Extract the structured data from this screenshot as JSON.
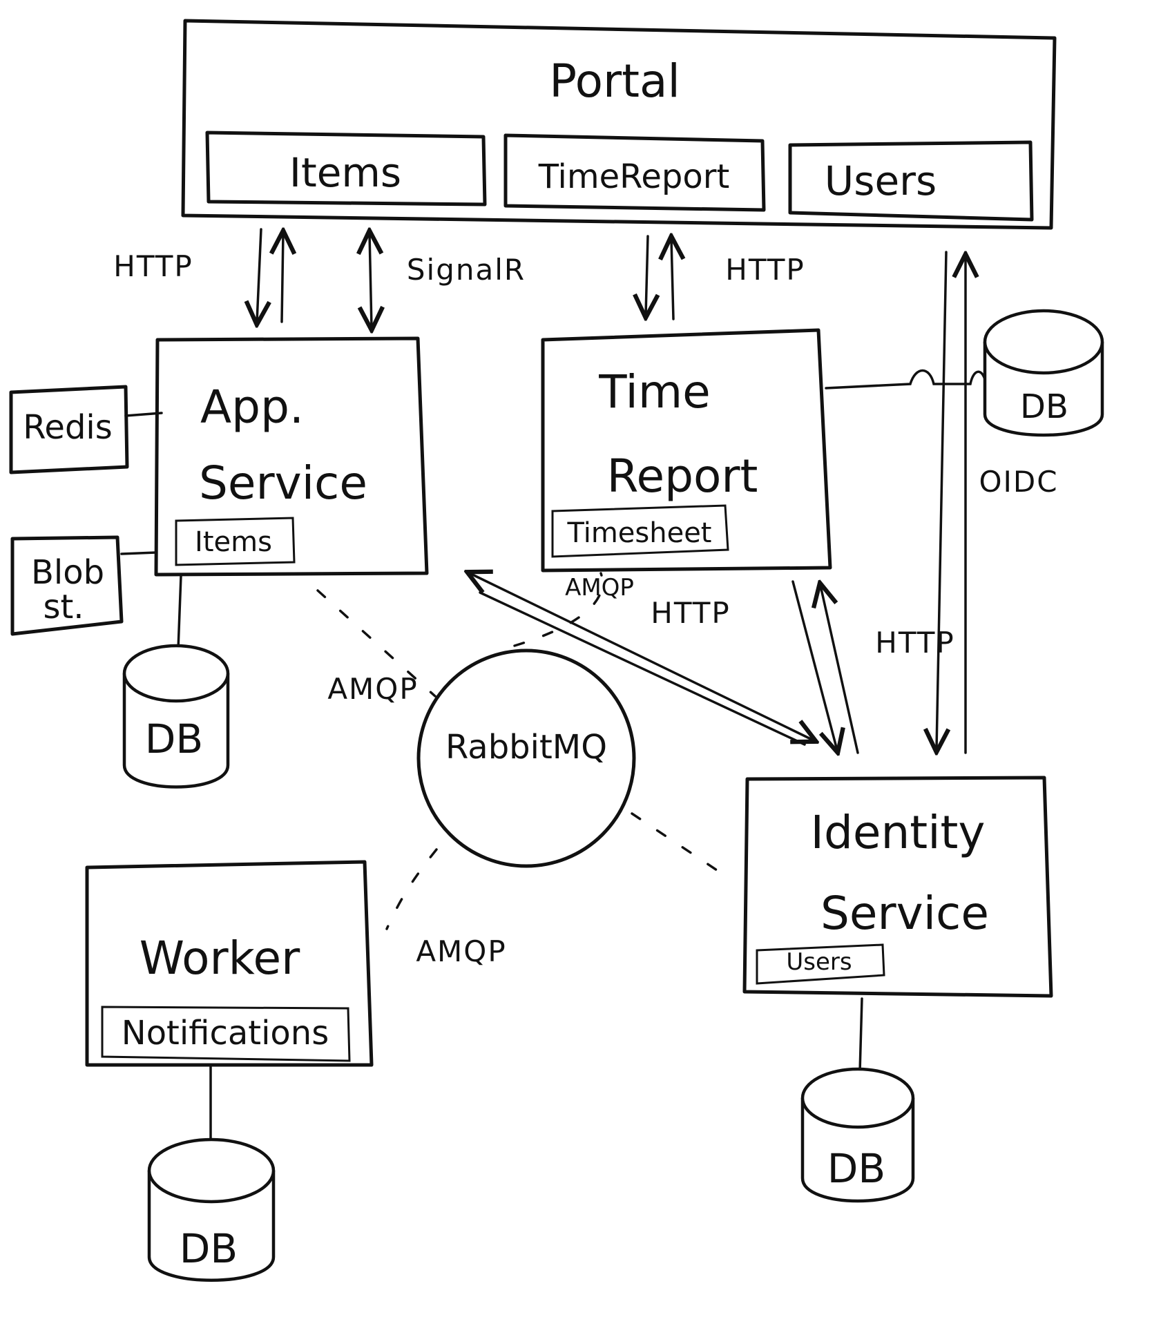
{
  "portal": {
    "title": "Portal",
    "sections": [
      "Items",
      "TimeReport",
      "Users"
    ]
  },
  "app_service": {
    "title_line1": "App.",
    "title_line2": "Service",
    "module": "Items"
  },
  "time_report": {
    "title_line1": "Time",
    "title_line2": "Report",
    "module": "Timesheet"
  },
  "identity_service": {
    "title_line1": "Identity",
    "title_line2": "Service",
    "module": "Users"
  },
  "worker": {
    "title": "Worker",
    "module": "Notifications"
  },
  "redis": {
    "label": "Redis"
  },
  "blob": {
    "line1": "Blob",
    "line2": "st."
  },
  "rabbitmq": {
    "label": "RabbitMQ"
  },
  "databases": {
    "app_db": "DB",
    "time_db": "DB",
    "identity_db": "DB",
    "worker_db": "DB"
  },
  "connections": {
    "portal_app_http": "HTTP",
    "portal_app_signalr": "SignalR",
    "portal_time_http": "HTTP",
    "portal_identity_oidc": "OIDC",
    "app_rabbit_amqp": "AMQP",
    "time_rabbit_amqp": "AMQP",
    "app_identity_http": "HTTP",
    "time_identity_http": "HTTP",
    "worker_rabbit_amqp": "AMQP"
  }
}
